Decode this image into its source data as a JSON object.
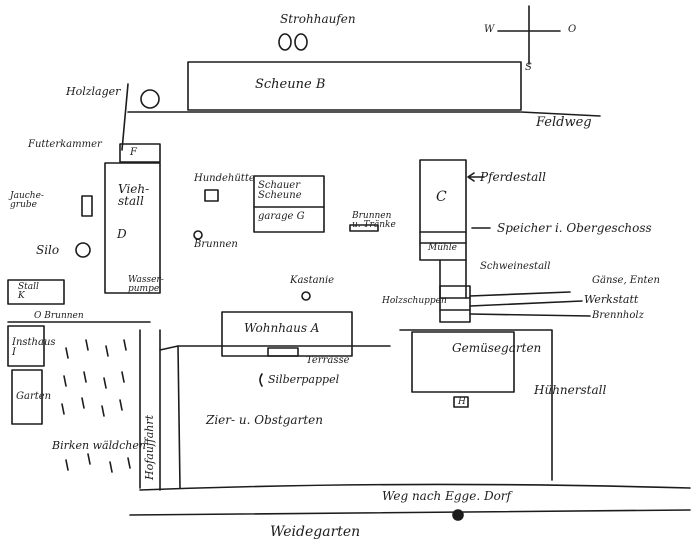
{
  "labels": {
    "strohhaufen": "Strohhaufen",
    "compass_w": "W",
    "compass_o": "O",
    "compass_s": "S",
    "holzlager": "Holzlager",
    "scheune_b": "Scheune B",
    "feldweg": "Feldweg",
    "futterkammer": "Futterkammer",
    "f": "F",
    "pferdestall": "Pferdestall",
    "c": "C",
    "speicher": "Speicher i. Obergeschoss",
    "muehle": "Mühle",
    "schweinestall": "Schweinestall",
    "jauchegrube": "Jauche-\ngrube",
    "viehstall": "Vieh-\nstall",
    "d": "D",
    "hundehuette": "Hundehütte",
    "schauer_scheune": "Schauer\nScheune",
    "garage": "garage G",
    "brunnen_tranke": "Brunnen\nu. Tränke",
    "brunnen": "Brunnen",
    "silo": "Silo",
    "wasserpumpe": "Wasser-\npumpe",
    "stall_k": "Stall\nK",
    "kastanie": "Kastanie",
    "gaense": "Gänse, Enten",
    "werkstatt": "Werkstatt",
    "holzschuppen": "Holzschuppen",
    "brennholz": "Brennholz",
    "o_brunnen": "O Brunnen",
    "wohnhaus": "Wohnhaus A",
    "insthaus": "Insthaus\nI",
    "terrasse": "Terrasse",
    "gemuesegarten": "Gemüsegarten",
    "silberpappel": "Silberpappel",
    "garten": "Garten",
    "hofauffahrt": "Hofauffahrt",
    "ziergarten": "Zier- u. Obstgarten",
    "huehnerstall": "Hühnerstall",
    "h": "H",
    "birkenwaeldchen": "Birken wäldchen",
    "weg_dorf": "Weg nach Egge. Dorf",
    "weidegarten": "Weidegarten"
  }
}
